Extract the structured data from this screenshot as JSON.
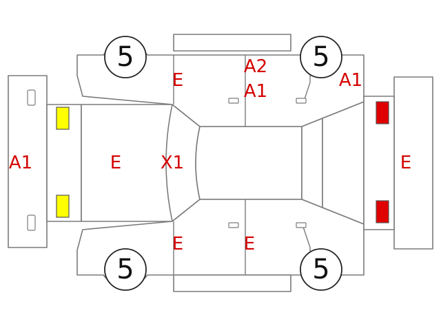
{
  "tires": {
    "front_left": "5",
    "rear_left": "5",
    "front_right": "5",
    "rear_right": "5"
  },
  "marks": {
    "front_bumper": "A1",
    "hood": "E",
    "windshield": "X1",
    "roof_left_upper": "E",
    "left_side_a2": "A2",
    "left_side_a1": "A1",
    "rear_left_corner": "A1",
    "rear_bumper": "E",
    "right_front_door": "E",
    "right_rear_door": "E"
  },
  "colors": {
    "damage_mark": "#d40000",
    "headlight": "#ffff00",
    "taillight": "#e00000",
    "outline": "#7a7a7a"
  }
}
